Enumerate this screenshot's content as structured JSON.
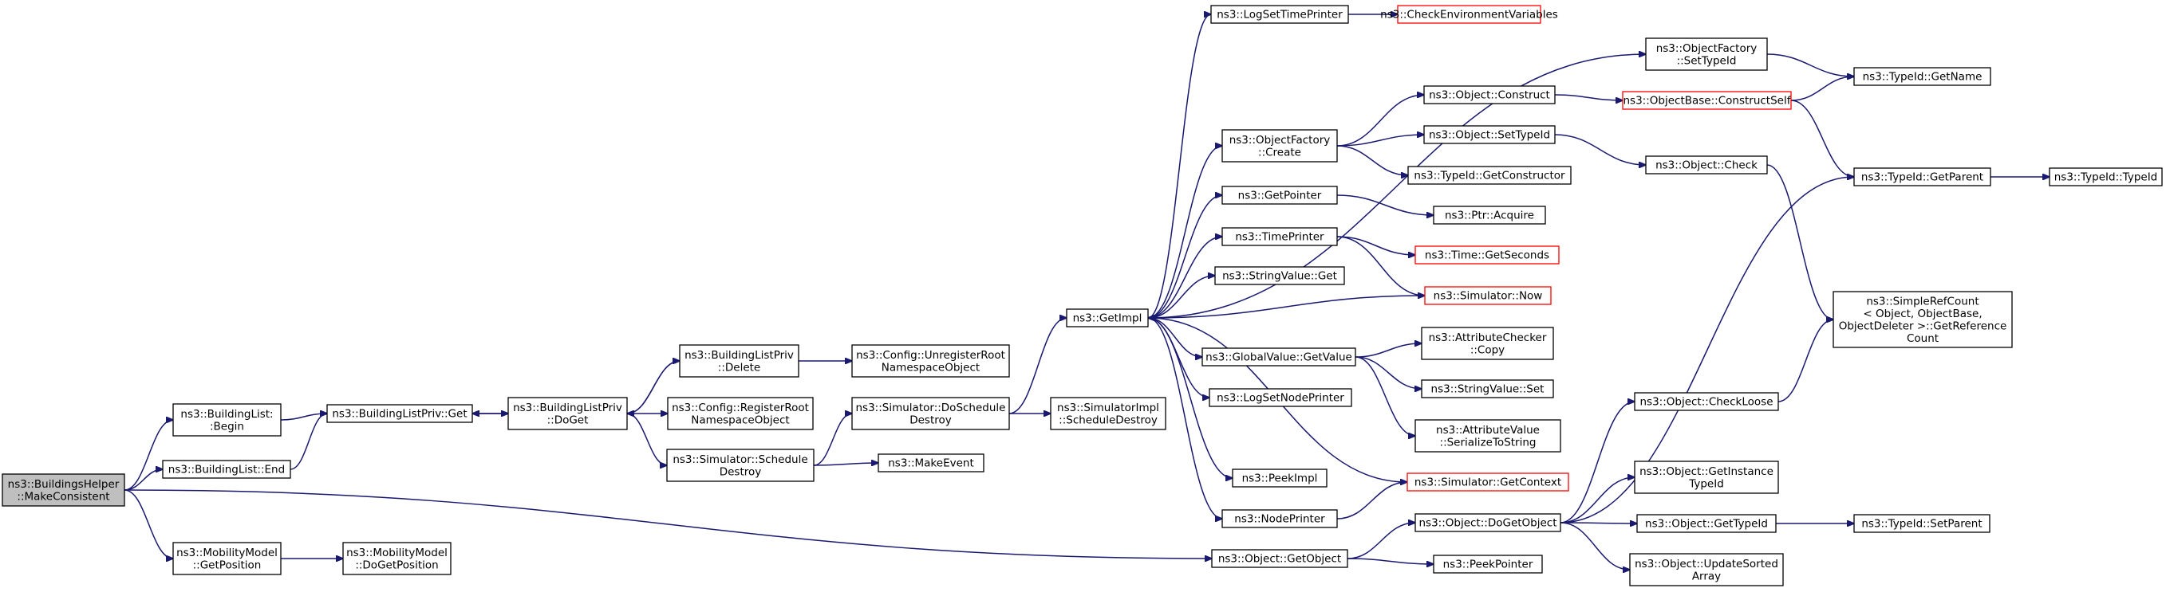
{
  "nodes": {
    "root": {
      "lines": [
        "ns3::BuildingsHelper",
        "::MakeConsistent"
      ],
      "style": "root"
    },
    "blBegin": {
      "lines": [
        "ns3::BuildingList:",
        ":Begin"
      ]
    },
    "blEnd": {
      "lines": [
        "ns3::BuildingList::End"
      ]
    },
    "mmGet": {
      "lines": [
        "ns3::MobilityModel",
        "::GetPosition"
      ]
    },
    "mmDoGet": {
      "lines": [
        "ns3::MobilityModel",
        "::DoGetPosition"
      ]
    },
    "blpGet": {
      "lines": [
        "ns3::BuildingListPriv::Get"
      ]
    },
    "blpDoGet": {
      "lines": [
        "ns3::BuildingListPriv",
        "::DoGet"
      ]
    },
    "blpDel": {
      "lines": [
        "ns3::BuildingListPriv",
        "::Delete"
      ]
    },
    "cfgReg": {
      "lines": [
        "ns3::Config::RegisterRoot",
        "NamespaceObject"
      ]
    },
    "cfgUnreg": {
      "lines": [
        "ns3::Config::UnregisterRoot",
        "NamespaceObject"
      ]
    },
    "simSchedDestroy": {
      "lines": [
        "ns3::Simulator::Schedule",
        "Destroy"
      ]
    },
    "simDoSchedDestroy": {
      "lines": [
        "ns3::Simulator::DoSchedule",
        "Destroy"
      ]
    },
    "makeEvent": {
      "lines": [
        "ns3::MakeEvent"
      ]
    },
    "simImplSchedDestroy": {
      "lines": [
        "ns3::SimulatorImpl",
        "::ScheduleDestroy"
      ]
    },
    "getImpl": {
      "lines": [
        "ns3::GetImpl"
      ]
    },
    "logSetTime": {
      "lines": [
        "ns3::LogSetTimePrinter"
      ]
    },
    "checkEnv": {
      "lines": [
        "ns3::CheckEnvironmentVariables"
      ],
      "style": "red"
    },
    "ofCreate": {
      "lines": [
        "ns3::ObjectFactory",
        "::Create"
      ]
    },
    "objConstruct": {
      "lines": [
        "ns3::Object::Construct"
      ]
    },
    "objSetTypeId": {
      "lines": [
        "ns3::Object::SetTypeId"
      ]
    },
    "tidGetCtor": {
      "lines": [
        "ns3::TypeId::GetConstructor"
      ]
    },
    "ofSetTypeId": {
      "lines": [
        "ns3::ObjectFactory",
        "::SetTypeId"
      ]
    },
    "obConstructSelf": {
      "lines": [
        "ns3::ObjectBase::ConstructSelf"
      ],
      "style": "red"
    },
    "objCheck": {
      "lines": [
        "ns3::Object::Check"
      ]
    },
    "tidGetName": {
      "lines": [
        "ns3::TypeId::GetName"
      ]
    },
    "tidGetParent": {
      "lines": [
        "ns3::TypeId::GetParent"
      ]
    },
    "tidTypeId": {
      "lines": [
        "ns3::TypeId::TypeId"
      ]
    },
    "getPointer": {
      "lines": [
        "ns3::GetPointer"
      ]
    },
    "ptrAcquire": {
      "lines": [
        "ns3::Ptr::Acquire"
      ]
    },
    "timePrinter": {
      "lines": [
        "ns3::TimePrinter"
      ]
    },
    "timeGetSeconds": {
      "lines": [
        "ns3::Time::GetSeconds"
      ],
      "style": "red"
    },
    "simNow": {
      "lines": [
        "ns3::Simulator::Now"
      ],
      "style": "red"
    },
    "strValGet": {
      "lines": [
        "ns3::StringValue::Get"
      ]
    },
    "gvGetValue": {
      "lines": [
        "ns3::GlobalValue::GetValue"
      ]
    },
    "acCopy": {
      "lines": [
        "ns3::AttributeChecker",
        "::Copy"
      ]
    },
    "strValSet": {
      "lines": [
        "ns3::StringValue::Set"
      ]
    },
    "avSerialize": {
      "lines": [
        "ns3::AttributeValue",
        "::SerializeToString"
      ]
    },
    "logSetNode": {
      "lines": [
        "ns3::LogSetNodePrinter"
      ]
    },
    "peekImpl": {
      "lines": [
        "ns3::PeekImpl"
      ]
    },
    "simGetContext": {
      "lines": [
        "ns3::Simulator::GetContext"
      ],
      "style": "red"
    },
    "nodePrinter": {
      "lines": [
        "ns3::NodePrinter"
      ]
    },
    "objGetObject": {
      "lines": [
        "ns3::Object::GetObject"
      ]
    },
    "objDoGetObject": {
      "lines": [
        "ns3::Object::DoGetObject"
      ]
    },
    "peekPointer": {
      "lines": [
        "ns3::PeekPointer"
      ]
    },
    "srcGetRefCount": {
      "lines": [
        "ns3::SimpleRefCount",
        "< Object, ObjectBase,",
        "ObjectDeleter >::GetReference",
        "Count"
      ]
    },
    "objCheckLoose": {
      "lines": [
        "ns3::Object::CheckLoose"
      ]
    },
    "objGetInstTid": {
      "lines": [
        "ns3::Object::GetInstance",
        "TypeId"
      ]
    },
    "objGetTypeId": {
      "lines": [
        "ns3::Object::GetTypeId"
      ]
    },
    "tidSetParent": {
      "lines": [
        "ns3::TypeId::SetParent"
      ]
    },
    "objUpdateSorted": {
      "lines": [
        "ns3::Object::UpdateSorted",
        "Array"
      ]
    }
  },
  "edges": [
    [
      "root",
      "blBegin"
    ],
    [
      "root",
      "blEnd"
    ],
    [
      "root",
      "mmGet"
    ],
    [
      "root",
      "objGetObject"
    ],
    [
      "blBegin",
      "blpGet"
    ],
    [
      "blEnd",
      "blpGet"
    ],
    [
      "mmGet",
      "mmDoGet"
    ],
    [
      "blpGet",
      "blpDoGet"
    ],
    [
      "blpDoGet",
      "blpGet"
    ],
    [
      "blpDoGet",
      "blpDel"
    ],
    [
      "blpDoGet",
      "cfgReg"
    ],
    [
      "blpDoGet",
      "simSchedDestroy"
    ],
    [
      "blpDel",
      "blpDoGet"
    ],
    [
      "blpDel",
      "cfgUnreg"
    ],
    [
      "simSchedDestroy",
      "simDoSchedDestroy"
    ],
    [
      "simSchedDestroy",
      "makeEvent"
    ],
    [
      "simDoSchedDestroy",
      "getImpl"
    ],
    [
      "simDoSchedDestroy",
      "simImplSchedDestroy"
    ],
    [
      "getImpl",
      "logSetTime"
    ],
    [
      "getImpl",
      "ofSetTypeId"
    ],
    [
      "getImpl",
      "ofCreate"
    ],
    [
      "getImpl",
      "getPointer"
    ],
    [
      "getImpl",
      "timePrinter"
    ],
    [
      "getImpl",
      "strValGet"
    ],
    [
      "getImpl",
      "gvGetValue"
    ],
    [
      "getImpl",
      "logSetNode"
    ],
    [
      "getImpl",
      "peekImpl"
    ],
    [
      "getImpl",
      "nodePrinter"
    ],
    [
      "logSetTime",
      "checkEnv"
    ],
    [
      "ofCreate",
      "objConstruct"
    ],
    [
      "ofCreate",
      "objSetTypeId"
    ],
    [
      "ofCreate",
      "tidGetCtor"
    ],
    [
      "objConstruct",
      "obConstructSelf"
    ],
    [
      "objSetTypeId",
      "objCheck"
    ],
    [
      "ofSetTypeId",
      "tidGetName"
    ],
    [
      "obConstructSelf",
      "tidGetName"
    ],
    [
      "obConstructSelf",
      "tidGetParent"
    ],
    [
      "tidGetParent",
      "tidTypeId"
    ],
    [
      "objCheck",
      "srcGetRefCount"
    ],
    [
      "getPointer",
      "ptrAcquire"
    ],
    [
      "timePrinter",
      "timeGetSeconds"
    ],
    [
      "timePrinter",
      "simNow"
    ],
    [
      "simNow",
      "getImpl"
    ],
    [
      "gvGetValue",
      "acCopy"
    ],
    [
      "gvGetValue",
      "strValSet"
    ],
    [
      "gvGetValue",
      "avSerialize"
    ],
    [
      "simGetContext",
      "getImpl"
    ],
    [
      "nodePrinter",
      "simGetContext"
    ],
    [
      "objGetObject",
      "objDoGetObject"
    ],
    [
      "objGetObject",
      "peekPointer"
    ],
    [
      "objDoGetObject",
      "tidGetParent"
    ],
    [
      "objDoGetObject",
      "objCheckLoose"
    ],
    [
      "objDoGetObject",
      "objGetInstTid"
    ],
    [
      "objDoGetObject",
      "objGetTypeId"
    ],
    [
      "objDoGetObject",
      "objUpdateSorted"
    ],
    [
      "objCheckLoose",
      "srcGetRefCount"
    ],
    [
      "objGetTypeId",
      "tidSetParent"
    ]
  ]
}
